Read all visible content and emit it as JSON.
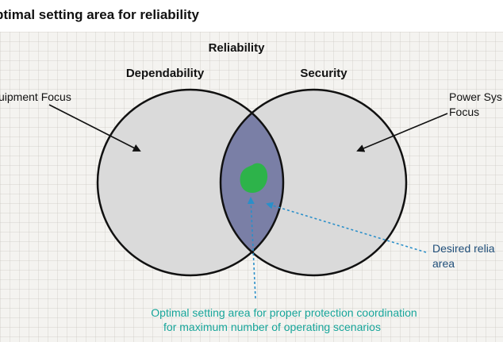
{
  "title": "ptimal setting area for reliability",
  "diagram": {
    "reliability_label": "Reliability",
    "left_set_label": "Dependability",
    "right_set_label": "Security",
    "left_annotation": "uipment Focus",
    "right_annotation_line1": "Power Sys",
    "right_annotation_line2": "Focus",
    "desired_line1": "Desired relia",
    "desired_line2": "area",
    "optimal_line1": "Optimal setting area for proper protection coordination",
    "optimal_line2": "for maximum number of operating scenarios"
  },
  "colors": {
    "circle_fill": "#d9d9d9",
    "intersection_fill": "#7a7fa6",
    "optimal_blob": "#2db34a",
    "teal_text": "#17a59a",
    "navy_text": "#1f4e79"
  }
}
